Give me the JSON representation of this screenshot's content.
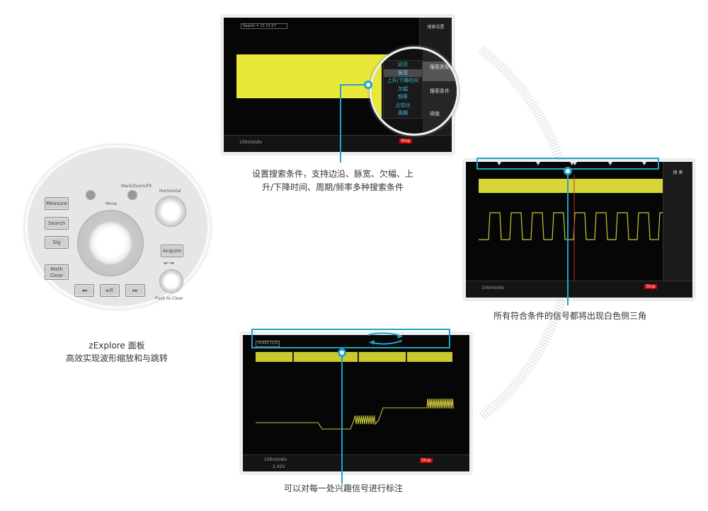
{
  "panel": {
    "buttons": {
      "measure": "Measure",
      "search": "Search",
      "single": "Sig",
      "math_clear": "Math Clear",
      "acquire": "Acquire",
      "prev": "◂◂",
      "play": "▸/ll",
      "next": "▸▸"
    },
    "labels": {
      "move": "Move",
      "horizontal": "Horizontal",
      "zoom_fit": "Mark/Zoom/Fit",
      "push_to_clear": "Push to Clear",
      "arrows": "◂━ ━▸"
    },
    "caption_title": "zExplore 面板",
    "caption_desc": "高效实现波形缩放和与跳转"
  },
  "screen1": {
    "search_label": "Search = 11 11:27",
    "softkey_title": "搜索设置",
    "search_types": [
      "边沿",
      "脉宽",
      "上升/下降时间",
      "欠幅",
      "频率",
      "占空比",
      "周期"
    ],
    "selected_type_index": 1,
    "softkeys": [
      "搜索类型",
      "搜索条件",
      "阈值"
    ],
    "channel_scale": "100mV/div",
    "run_state": "Stop",
    "caption_lines": [
      "设置搜索条件，支持边沿、脉宽、欠幅、上",
      "升/下降时间、周期/频率多种搜索条件"
    ]
  },
  "screen2": {
    "softkey_title": "搜 索",
    "channel_scale": "100mV/div",
    "run_state": "Stop",
    "mark_count": 6,
    "caption": "所有符合条件的信号都将出现白色侧三角"
  },
  "screen3": {
    "search_label": "P1425 (1/2)",
    "channel_scale": "100mV/div",
    "offset": "-2.42V",
    "run_state": "Stop",
    "caption": "可以对每一处兴趣信号进行标注"
  },
  "colors": {
    "accent": "#1fa3c9",
    "signal": "#e8e83a",
    "background": "#060606"
  }
}
